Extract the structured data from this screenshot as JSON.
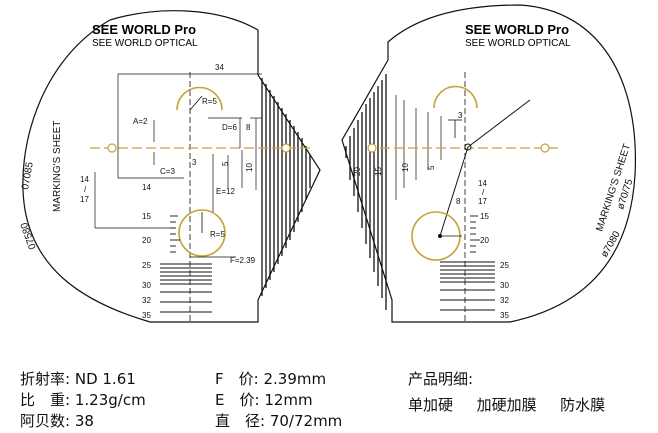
{
  "left_lens": {
    "brand": "SEE WORLD Pro",
    "sub": "SEE WORLD OPTICAL",
    "side_label": "MARKING'S SHEET",
    "code_top": "07085",
    "code_bottom": "07580",
    "dim_total": "34",
    "dim_r_top": "R=5",
    "dim_a": "A=2",
    "dim_d": "D=6",
    "dim_d_val": "8",
    "dim_c": "C=3",
    "dim_3": "3",
    "dim_5": "5",
    "dim_10": "10",
    "dim_14": "14",
    "dim_14_17_a": "14",
    "dim_14_17_b": "17",
    "dim_e": "E=12",
    "dim_r_bottom": "R=5",
    "dim_f": "F=2.39",
    "scale": [
      "15",
      "20",
      "25",
      "30",
      "32",
      "35"
    ]
  },
  "right_lens": {
    "brand": "SEE WORLD Pro",
    "sub": "SEE WORLD OPTICAL",
    "side_label": "MARKING'S SHEET",
    "code_top": "ø70/75",
    "code_bottom": "ø7080",
    "dim_3": "3",
    "dim_8": "8",
    "dim_14": "14",
    "dim_17": "17",
    "vert_nums": [
      "20",
      "15",
      "10",
      "5"
    ],
    "scale": [
      "15",
      "20",
      "25",
      "30",
      "32",
      "35"
    ]
  },
  "specs": {
    "refraction_label": "折射率:",
    "refraction_value": "ND 1.61",
    "gravity_label": "比　重:",
    "gravity_value": "1.23g/cm",
    "abbe_label": "阿贝数:",
    "abbe_value": "38",
    "f_label": "F　价:",
    "f_value": "2.39mm",
    "e_label": "E　价:",
    "e_value": "12mm",
    "diameter_label": "直　径:",
    "diameter_value": "70/72mm",
    "detail_title": "产品明细:",
    "detail_items": [
      "单加硬",
      "加硬加膜",
      "防水膜"
    ]
  },
  "colors": {
    "gold": "#c9a13a",
    "ink": "#111111"
  }
}
